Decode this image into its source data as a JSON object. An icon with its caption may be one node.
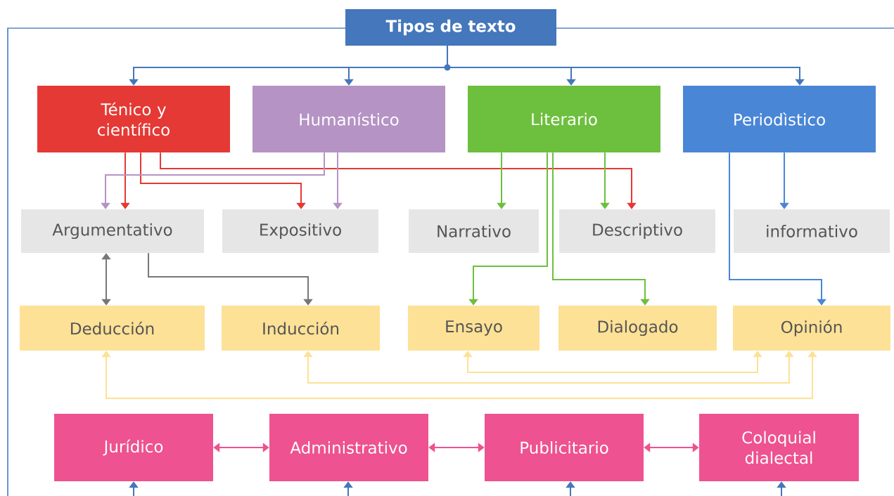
{
  "diagram": {
    "nodes": [
      {
        "text": [
          "Tipos de texto"
        ]
      },
      {
        "text": [
          "Ténico y científico"
        ]
      },
      {
        "text": [
          "Humanístico"
        ]
      },
      {
        "text": [
          "Literario"
        ]
      },
      {
        "text": [
          "Periodìstico"
        ]
      },
      {
        "text": [
          "Argumentativo"
        ]
      },
      {
        "text": [
          "Expositivo"
        ]
      },
      {
        "text": [
          "Narrativo"
        ]
      },
      {
        "text": [
          "Descriptivo"
        ]
      },
      {
        "text": [
          "informativo"
        ]
      },
      {
        "text": [
          "Deducción"
        ]
      },
      {
        "text": [
          "Inducción"
        ]
      },
      {
        "text": [
          "Ensayo"
        ]
      },
      {
        "text": [
          "Dialogado"
        ]
      },
      {
        "text": [
          "Opinión"
        ]
      },
      {
        "text": [
          "Jurídico"
        ]
      },
      {
        "text": [
          "Administrativo"
        ]
      },
      {
        "text": [
          "Publicitario"
        ]
      },
      {
        "text": [
          "Coloquial dialectal"
        ]
      }
    ],
    "edges": [
      {
        "from": 0,
        "to": 1,
        "arrow": "to",
        "color": "#4477bb"
      },
      {
        "from": 0,
        "to": 2,
        "arrow": "to",
        "color": "#4477bb"
      },
      {
        "from": 0,
        "to": 3,
        "arrow": "to",
        "color": "#4477bb"
      },
      {
        "from": 0,
        "to": 4,
        "arrow": "to",
        "color": "#4477bb"
      },
      {
        "from": 1,
        "to": 5,
        "arrow": "to",
        "color": "#e53935"
      },
      {
        "from": 1,
        "to": 6,
        "arrow": "to",
        "color": "#e53935"
      },
      {
        "from": 1,
        "to": 8,
        "arrow": "to",
        "color": "#e53935"
      },
      {
        "from": 2,
        "to": 5,
        "arrow": "to",
        "color": "#b593c4"
      },
      {
        "from": 2,
        "to": 6,
        "arrow": "to",
        "color": "#b593c4"
      },
      {
        "from": 3,
        "to": 7,
        "arrow": "to",
        "color": "#6dbf3e"
      },
      {
        "from": 3,
        "to": 8,
        "arrow": "to",
        "color": "#6dbf3e"
      },
      {
        "from": 3,
        "to": 12,
        "arrow": "to",
        "color": "#6dbf3e"
      },
      {
        "from": 3,
        "to": 13,
        "arrow": "to",
        "color": "#6dbf3e"
      },
      {
        "from": 4,
        "to": 9,
        "arrow": "to",
        "color": "#4a86d6"
      },
      {
        "from": 4,
        "to": 14,
        "arrow": "to",
        "color": "#4a86d6"
      },
      {
        "from": 5,
        "to": 10,
        "arrow": "both",
        "color": "#777777"
      },
      {
        "from": 5,
        "to": 11,
        "arrow": "to",
        "color": "#777777"
      },
      {
        "from": 14,
        "to": 12,
        "arrow": "both",
        "color": "#fde196"
      },
      {
        "from": 14,
        "to": 11,
        "arrow": "both",
        "color": "#fde196"
      },
      {
        "from": 14,
        "to": 10,
        "arrow": "both",
        "color": "#fde196"
      },
      {
        "from": 15,
        "to": 16,
        "arrow": "both",
        "color": "#ee5290"
      },
      {
        "from": 16,
        "to": 17,
        "arrow": "both",
        "color": "#ee5290"
      },
      {
        "from": 17,
        "to": 18,
        "arrow": "both",
        "color": "#ee5290"
      },
      {
        "from": null,
        "to": 15,
        "arrow": "to",
        "color": "#4477bb"
      },
      {
        "from": null,
        "to": 16,
        "arrow": "to",
        "color": "#4477bb"
      },
      {
        "from": null,
        "to": 17,
        "arrow": "to",
        "color": "#4477bb"
      },
      {
        "from": null,
        "to": 18,
        "arrow": "to",
        "color": "#4477bb"
      }
    ]
  }
}
